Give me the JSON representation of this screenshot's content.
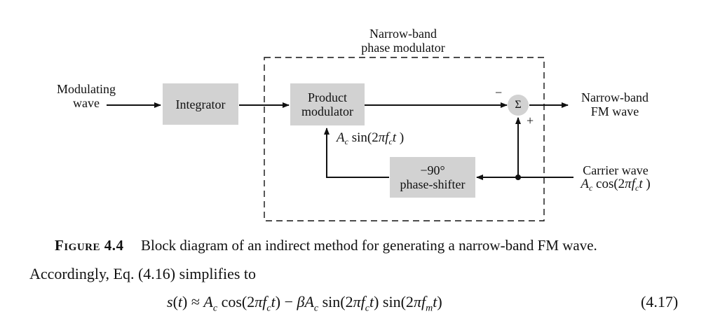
{
  "diagram": {
    "title_line1": "Narrow-band",
    "title_line2": "phase modulator",
    "input_line1": "Modulating",
    "input_line2": "wave",
    "integrator": "Integrator",
    "product_line1": "Product",
    "product_line2": "modulator",
    "sum_symbol": "Σ",
    "minus_sign": "−",
    "plus_sign": "+",
    "output_line1": "Narrow-band",
    "output_line2": "FM wave",
    "phase_line1": "−90°",
    "phase_line2": "phase-shifter",
    "carrier_line1": "Carrier wave",
    "sin_label": {
      "amp": "A",
      "amp_sub": "c",
      "func": "sin(2",
      "pi": "π",
      "f": "f",
      "f_sub": "c",
      "t": "t",
      "close": " )"
    },
    "cos_label": {
      "amp": "A",
      "amp_sub": "c",
      "func": "cos(2",
      "pi": "π",
      "f": "f",
      "f_sub": "c",
      "t": "t",
      "close": " )"
    }
  },
  "caption": {
    "figure": "Figure 4.4",
    "text": "Block diagram of an indirect method for generating a narrow-band FM wave."
  },
  "body": {
    "text": "Accordingly, Eq. (4.16) simplifies to",
    "equation_number": "(4.17)"
  }
}
